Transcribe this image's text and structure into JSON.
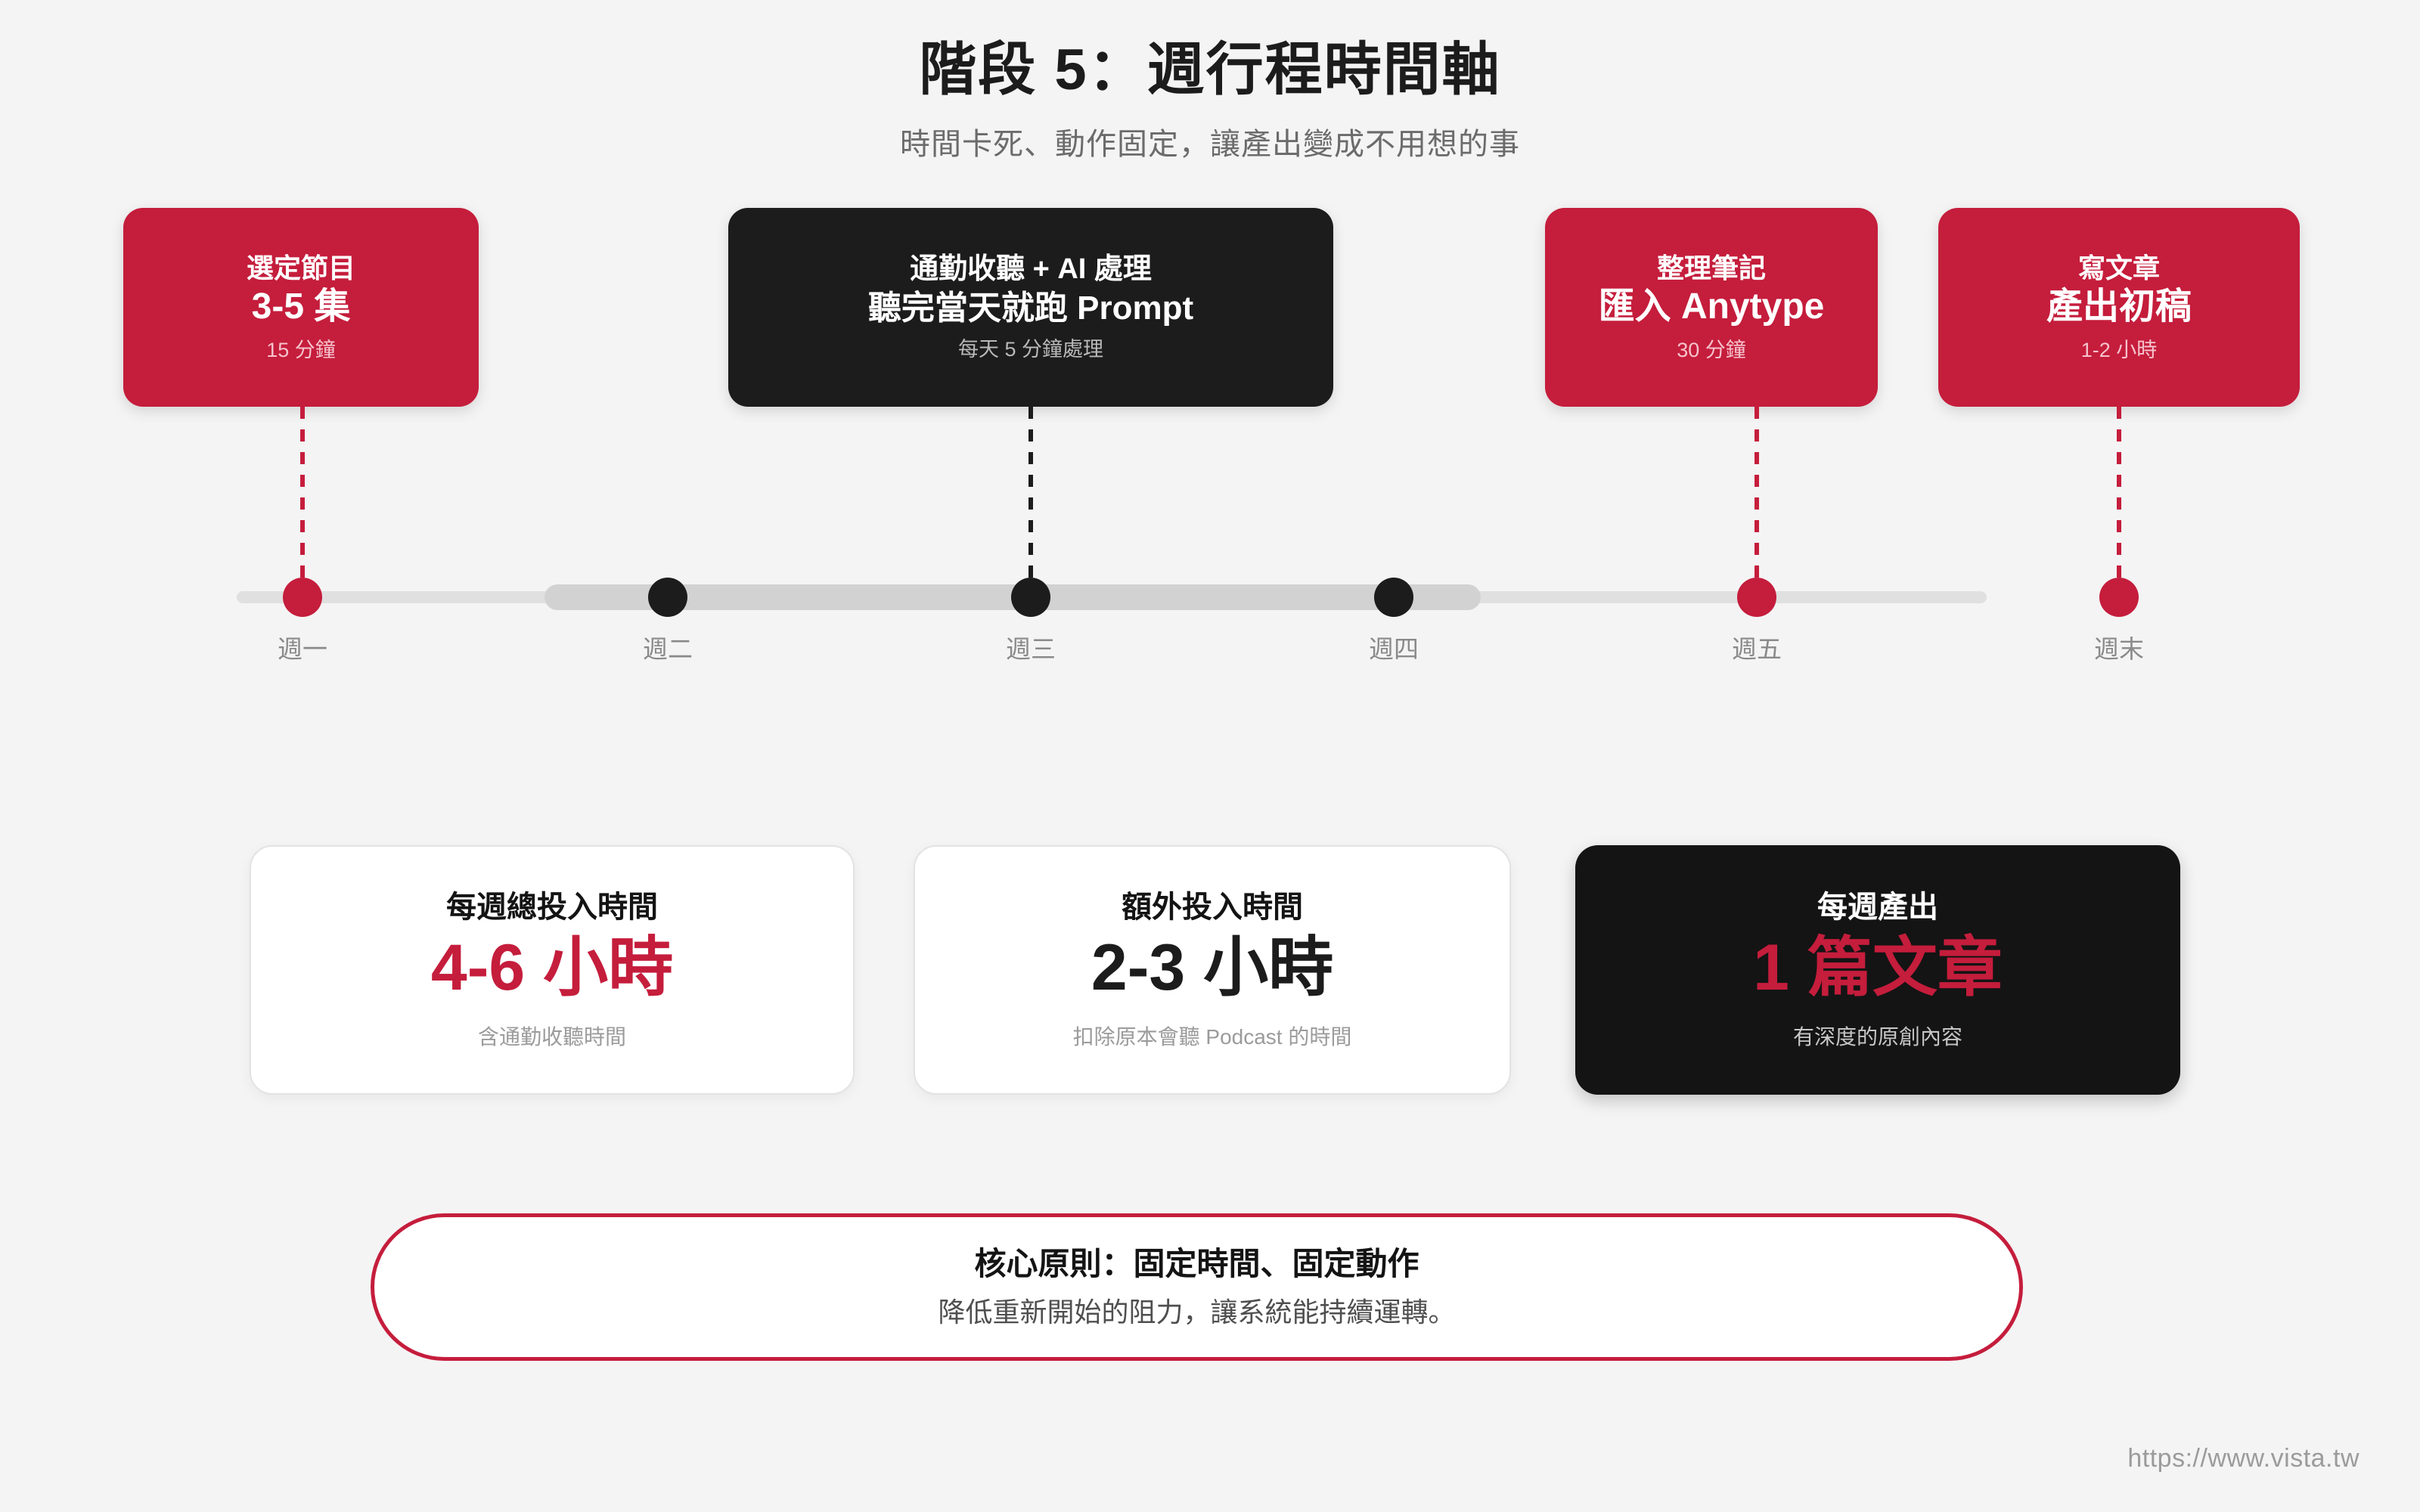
{
  "header": {
    "title": "階段 5：週行程時間軸",
    "subtitle": "時間卡死、動作固定，讓產出變成不用想的事"
  },
  "colors": {
    "accent_red": "#c51d3c",
    "dark": "#1c1c1c",
    "background": "#f4f4f4",
    "muted_text": "#8a8a8a"
  },
  "timeline": {
    "cards": [
      {
        "line1": "選定節目",
        "line2": "3-5 集",
        "note": "15 分鐘",
        "style": "red"
      },
      {
        "line1": "通勤收聽 + AI 處理",
        "line2": "聽完當天就跑 Prompt",
        "note": "每天 5 分鐘處理",
        "style": "black"
      },
      {
        "line1": "整理筆記",
        "line2": "匯入 Anytype",
        "note": "30 分鐘",
        "style": "red"
      },
      {
        "line1": "寫文章",
        "line2": "產出初稿",
        "note": "1-2 小時",
        "style": "red"
      }
    ],
    "days": [
      {
        "label": "週一",
        "style": "red"
      },
      {
        "label": "週二",
        "style": "black"
      },
      {
        "label": "週三",
        "style": "black"
      },
      {
        "label": "週四",
        "style": "black"
      },
      {
        "label": "週五",
        "style": "red"
      },
      {
        "label": "週末",
        "style": "red"
      }
    ]
  },
  "summary": {
    "cards": [
      {
        "title": "每週總投入時間",
        "value": "4-6 小時",
        "note": "含通勤收聽時間",
        "style": "light",
        "value_color": "red"
      },
      {
        "title": "額外投入時間",
        "value": "2-3 小時",
        "note": "扣除原本會聽 Podcast 的時間",
        "style": "light",
        "value_color": "black"
      },
      {
        "title": "每週產出",
        "value": "1 篇文章",
        "note": "有深度的原創內容",
        "style": "dark",
        "value_color": "red"
      }
    ]
  },
  "principle": {
    "title": "核心原則：固定時間、固定動作",
    "subtitle": "降低重新開始的阻力，讓系統能持續運轉。"
  },
  "footer": {
    "url": "https://www.vista.tw"
  }
}
